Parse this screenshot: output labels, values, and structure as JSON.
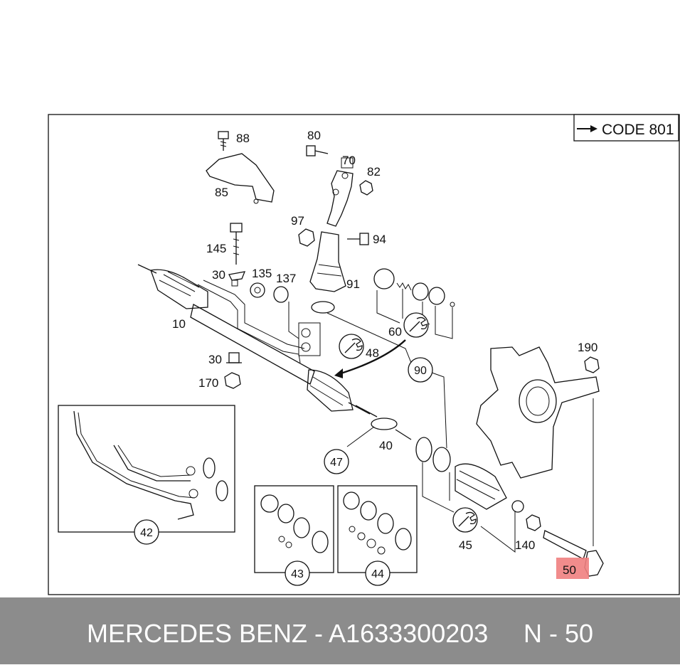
{
  "code_box": {
    "label": "CODE 801"
  },
  "part_labels": [
    "88",
    "85",
    "80",
    "70",
    "82",
    "97",
    "94",
    "145",
    "91",
    "30",
    "135",
    "137",
    "10",
    "60",
    "48",
    "90",
    "30",
    "170",
    "190",
    "40",
    "47",
    "42",
    "43",
    "44",
    "45",
    "140",
    "50"
  ],
  "highlight": {
    "label": "50",
    "color": "#f08080"
  },
  "footer": {
    "brand": "MERCEDES BENZ - A1633300203",
    "page": "N - 50",
    "background": "#8c8c8c"
  }
}
